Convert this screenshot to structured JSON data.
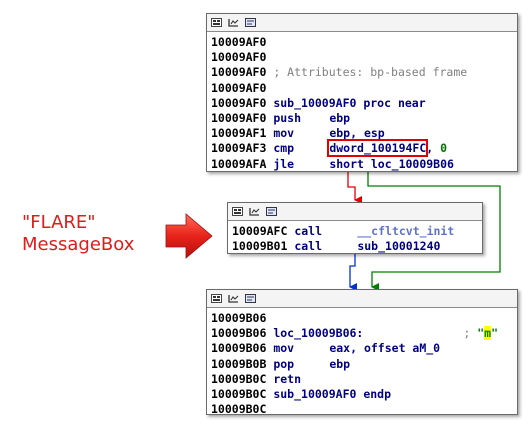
{
  "annotation": {
    "line1": "\"FLARE\"",
    "line2": "MessageBox",
    "color": "#e11a1a",
    "arrow_icon": "red-arrow-icon"
  },
  "nodes": {
    "top": {
      "lines": [
        {
          "addr": "10009AF0"
        },
        {
          "addr": "10009AF0"
        },
        {
          "addr": "10009AF0",
          "comment": "; Attributes: bp-based frame"
        },
        {
          "addr": "10009AF0"
        },
        {
          "addr": "10009AF0",
          "name": "sub_10009AF0 proc near"
        },
        {
          "addr": "10009AF0",
          "mnem": "push",
          "op": "ebp"
        },
        {
          "addr": "10009AF1",
          "mnem": "mov",
          "op": "ebp, esp"
        },
        {
          "addr": "10009AF3",
          "mnem": "cmp",
          "op_boxed": "dword_100194FC",
          "op_tail": ",",
          "num": "0"
        },
        {
          "addr": "10009AFA",
          "mnem": "jle",
          "op": "short loc_10009B06"
        }
      ]
    },
    "middle": {
      "lines": [
        {
          "addr": "10009AFC",
          "mnem": "call",
          "import": "__cfltcvt_init"
        },
        {
          "addr": "10009B01",
          "mnem": "call",
          "op": "sub_10001240"
        }
      ]
    },
    "bottom": {
      "lines": [
        {
          "addr": "10009B06"
        },
        {
          "addr": "10009B06",
          "name": "loc_10009B06:",
          "comment_pre": ";",
          "str_q1": "\"",
          "str_hl": "m",
          "str_q2": "\""
        },
        {
          "addr": "10009B06",
          "mnem": "mov",
          "op": "eax, offset aM_0"
        },
        {
          "addr": "10009B0B",
          "mnem": "pop",
          "op": "ebp"
        },
        {
          "addr": "10009B0C",
          "mnem": "retn"
        },
        {
          "addr": "10009B0C",
          "name": "sub_10009AF0 endp"
        },
        {
          "addr": "10009B0C"
        }
      ]
    }
  },
  "edge_colors": {
    "false_branch": "#e00000",
    "true_branch": "#008000",
    "fallthrough": "#0033cc"
  }
}
